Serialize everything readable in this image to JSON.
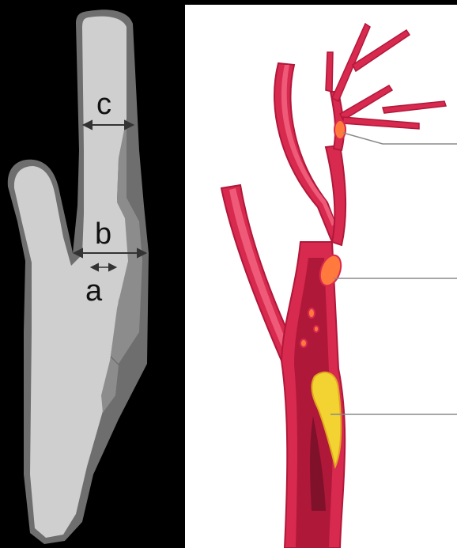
{
  "schematic": {
    "labels": {
      "c": "c",
      "b": "b",
      "a": "a"
    },
    "colors": {
      "lumen": "#cfcfcf",
      "plaque": "#8c8c8c",
      "outline": "#6e6e6e",
      "arrow": "#333333"
    }
  },
  "illustration": {
    "colors": {
      "background": "#ffffff",
      "artery_wall": "#d8294f",
      "artery_inner": "#b0183a",
      "artery_light": "#ee5a78",
      "plaque": "#f3d331",
      "clot": "#ff7a3c",
      "leader_line": "#8a8a8a"
    }
  }
}
